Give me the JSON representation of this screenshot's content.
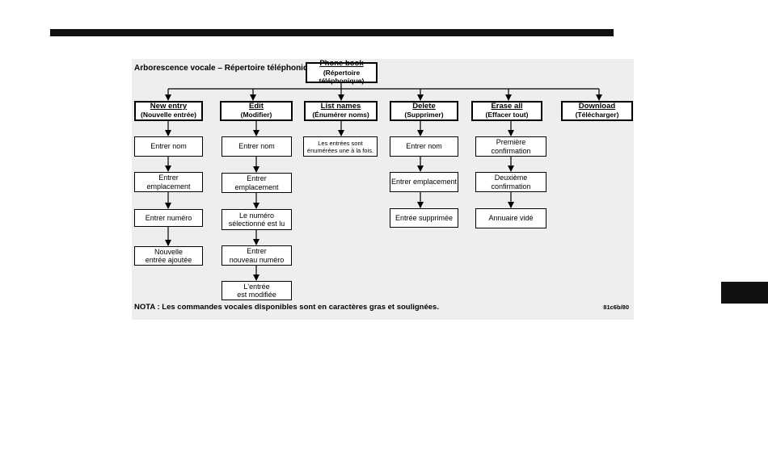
{
  "title": "Arborescence vocale – Répertoire téléphonique",
  "root": {
    "command": "Phone book",
    "translation": "(Répertoire téléphonique)"
  },
  "columns": [
    {
      "command": "New entry",
      "translation": "(Nouvelle entrée)",
      "steps": [
        "Entrer nom",
        "Entrer\nemplacement",
        "Entrer numéro",
        "Nouvelle\nentrée ajoutée"
      ]
    },
    {
      "command": "Edit",
      "translation": "(Modifier)",
      "steps": [
        "Entrer nom",
        "Entrer\nemplacement",
        "Le numéro\nsélectionné est lu",
        "Entrer\nnouveau numéro",
        "L'entrée\nest modifiée"
      ]
    },
    {
      "command": "List names",
      "translation": "(Énumérer noms)",
      "steps": [
        "Les entrées sont\nénumérées une à la fois."
      ]
    },
    {
      "command": "Delete",
      "translation": "(Supprimer)",
      "steps": [
        "Entrer nom",
        "Entrer emplacement",
        "Entrée supprimée"
      ]
    },
    {
      "command": "Erase all",
      "translation": "(Effacer tout)",
      "steps": [
        "Première\nconfirmation",
        "Deuxième\nconfirmation",
        "Annuaire vidé"
      ]
    },
    {
      "command": "Download",
      "translation": "(Télécharger)",
      "steps": []
    }
  ],
  "note": "NOTA : Les commandes vocales disponibles sont en caractères gras et soulignées.",
  "figure_code": "81c6b/80"
}
